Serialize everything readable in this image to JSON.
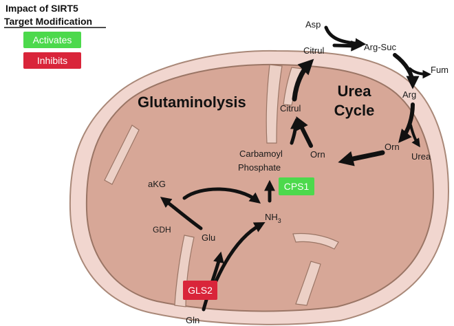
{
  "legend": {
    "title_line1": "Impact of SIRT5",
    "title_line2": "Target Modification",
    "activates_label": "Activates",
    "inhibits_label": "Inhibits",
    "activates_color": "#4cd94c",
    "inhibits_color": "#d9253a"
  },
  "colors": {
    "mito_outer": "#f1d6cf",
    "mito_outer_stroke": "#a98878",
    "mito_inner": "#d7a797",
    "mito_inner_stroke": "#9a7565",
    "cristae": "#ecd0c6"
  },
  "process_labels": {
    "glutaminolysis": "Glutaminolysis",
    "urea_line1": "Urea",
    "urea_line2": "Cycle"
  },
  "metabolites": {
    "asp": "Asp",
    "citrul_top": "Citrul",
    "arg_suc": "Arg-Suc",
    "fum": "Fum",
    "arg": "Arg",
    "orn_right": "Orn",
    "urea": "Urea",
    "citrul_inner": "Citrul",
    "orn_inner": "Orn",
    "carbamoyl_line1": "Carbamoyl",
    "carbamoyl_line2": "Phosphate",
    "akg": "aKG",
    "nh3": "NH",
    "nh3_sub": "3",
    "gdh": "GDH",
    "glu": "Glu",
    "gln": "Gln"
  },
  "enzymes": {
    "cps1": {
      "label": "CPS1",
      "effect": "activates"
    },
    "gls2": {
      "label": "GLS2",
      "effect": "inhibits"
    }
  }
}
